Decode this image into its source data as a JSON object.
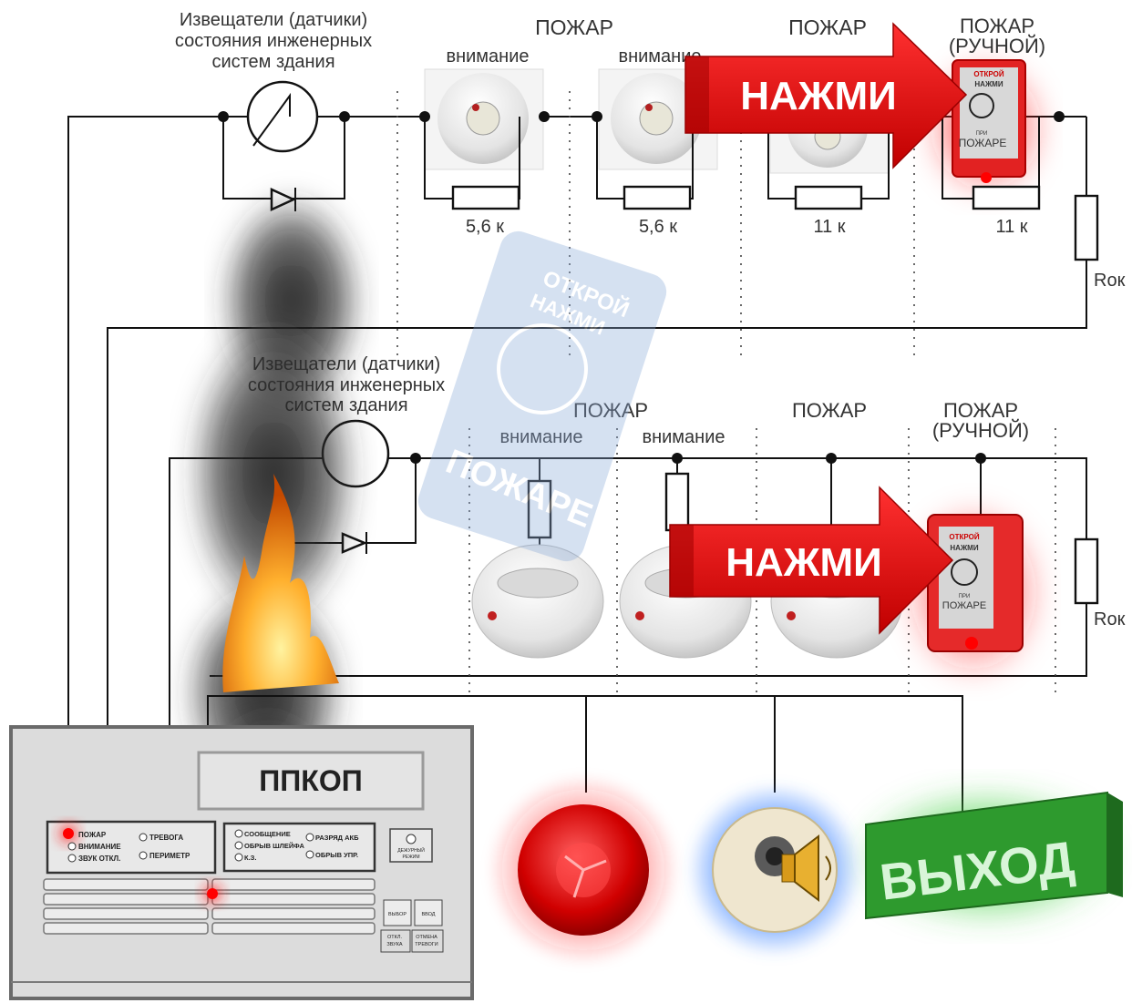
{
  "top_loop": {
    "engineering_label_1": "Извещатели (датчики)",
    "engineering_label_2": "состояния инженерных",
    "engineering_label_3": "систем  здания",
    "fire_label_a": "ПОЖАР",
    "fire_label_b": "ПОЖАР",
    "manual_label_1": "ПОЖАР",
    "manual_label_2": "(РУЧНОЙ)",
    "attention_1": "внимание",
    "attention_2": "внимание",
    "resistors": [
      "5,6 к",
      "5,6 к",
      "11 к",
      "11 к"
    ],
    "r_end": "Rок"
  },
  "bottom_loop": {
    "engineering_label_1": "Извещатели (датчики)",
    "engineering_label_2": "состояния инженерных",
    "engineering_label_3": "систем здания",
    "fire_label_a": "ПОЖАР",
    "fire_label_b": "ПОЖАР",
    "manual_label_1": "ПОЖАР",
    "manual_label_2": "(РУЧНОЙ)",
    "attention_1": "внимание",
    "attention_2": "внимание",
    "r_end": "Rок"
  },
  "press_arrows": [
    "НАЖМИ",
    "НАЖМИ"
  ],
  "call_point": {
    "open": "ОТКРОЙ",
    "press": "НАЖМИ",
    "on": "ПРИ",
    "fire": "ПОЖАРЕ"
  },
  "panel": {
    "name": "ППКОП",
    "indicators_left": [
      "ПОЖАР",
      "ВНИМАНИЕ",
      "ЗВУК ОТКЛ."
    ],
    "indicators_mid": [
      "ТРЕВОГА",
      "ПЕРИМЕТР"
    ],
    "indicators_right_a": [
      "СООБЩЕНИЕ",
      "ОБРЫВ ШЛЕЙФА",
      "К.З."
    ],
    "indicators_right_b": [
      "РАЗРЯД АКБ",
      "ОБРЫВ УПР."
    ],
    "duty_mode_1": "ДЕЖУРНЫЙ",
    "duty_mode_2": "РЕЖИМ",
    "btn_select": "ВЫБОР",
    "btn_enter": "ВВОД",
    "btn_sound_off_1": "ОТКЛ.",
    "btn_sound_off_2": "ЗВУКА",
    "btn_cancel_1": "ОТМЕНА",
    "btn_cancel_2": "ТРЕВОГИ"
  },
  "exit_sign": "ВЫХОД",
  "colors": {
    "alarm_red": "#e01010",
    "exit_green": "#2e9a2e",
    "sounder_blue": "#3f7fe0",
    "panel_gray": "#d9d9d9"
  }
}
